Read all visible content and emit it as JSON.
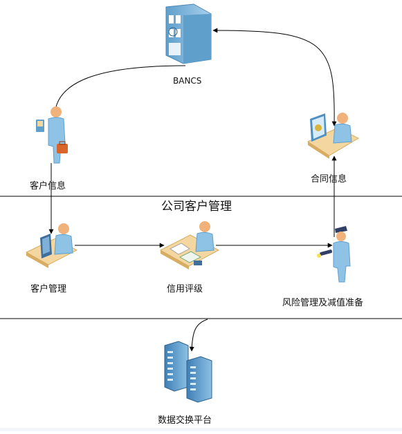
{
  "section_title": "公司客户管理",
  "nodes": {
    "bancs": {
      "label": "BANCS",
      "icon": "bank-building-icon"
    },
    "customer_info": {
      "label": "客户信息",
      "icon": "person-with-briefcase-icon"
    },
    "contract_info": {
      "label": "合同信息",
      "icon": "person-at-computer-icon"
    },
    "customer_mgmt": {
      "label": "客户管理",
      "icon": "person-at-computer-icon"
    },
    "credit_rating": {
      "label": "信用评级",
      "icon": "person-at-desk-documents-icon"
    },
    "risk_mgmt": {
      "label": "风险管理及减值准备",
      "icon": "guard-with-flashlight-icon"
    },
    "data_exchange": {
      "label": "数据交换平台",
      "icon": "server-rack-icon"
    }
  },
  "colors": {
    "person": "#8fc3e6",
    "person_dark": "#5f9fcc",
    "skin": "#f0b27a",
    "desk": "#f4d6a1",
    "building": "#7fb0d8",
    "server": "#5f9fcc",
    "line": "#000000"
  }
}
